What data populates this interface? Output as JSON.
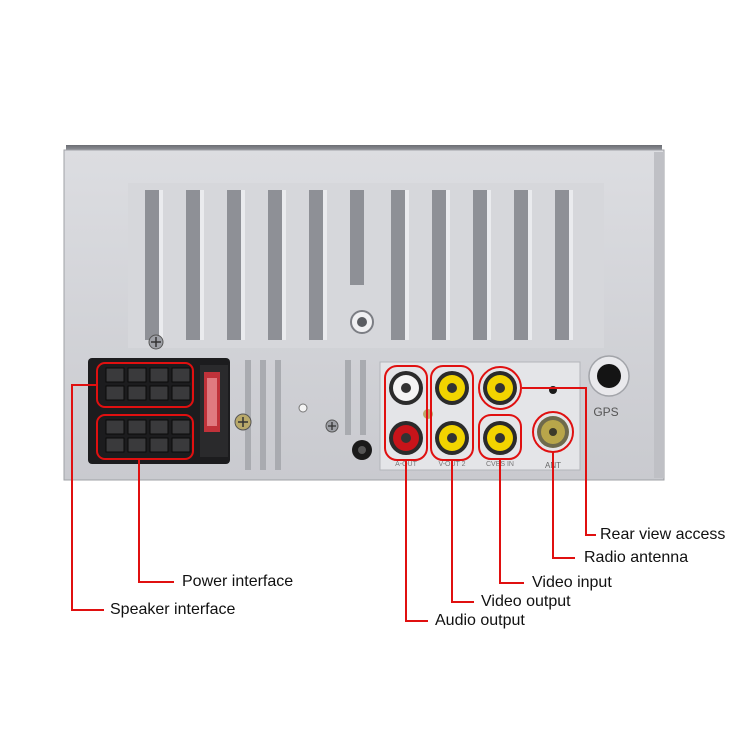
{
  "labels": {
    "gps": "GPS",
    "ant": "ANT",
    "audio_out_port": "A-OUT",
    "video_out_port": "V-OUT 2",
    "camera_port": "CVBS IN"
  },
  "annotations": {
    "rear_view_access": "Rear view access",
    "radio_antenna": "Radio antenna",
    "video_input": "Video input",
    "video_output": "Video output",
    "audio_output": "Audio output",
    "power_interface": "Power interface",
    "speaker_interface": "Speaker interface"
  },
  "colors": {
    "highlight": "#e01010",
    "rca_yellow": "#f2d400",
    "rca_red": "#c8141a",
    "rca_white": "#f4f4f4",
    "housing": "#d3d4d8",
    "connector": "#1c1c1e",
    "antenna_gold": "#b8a64a"
  }
}
